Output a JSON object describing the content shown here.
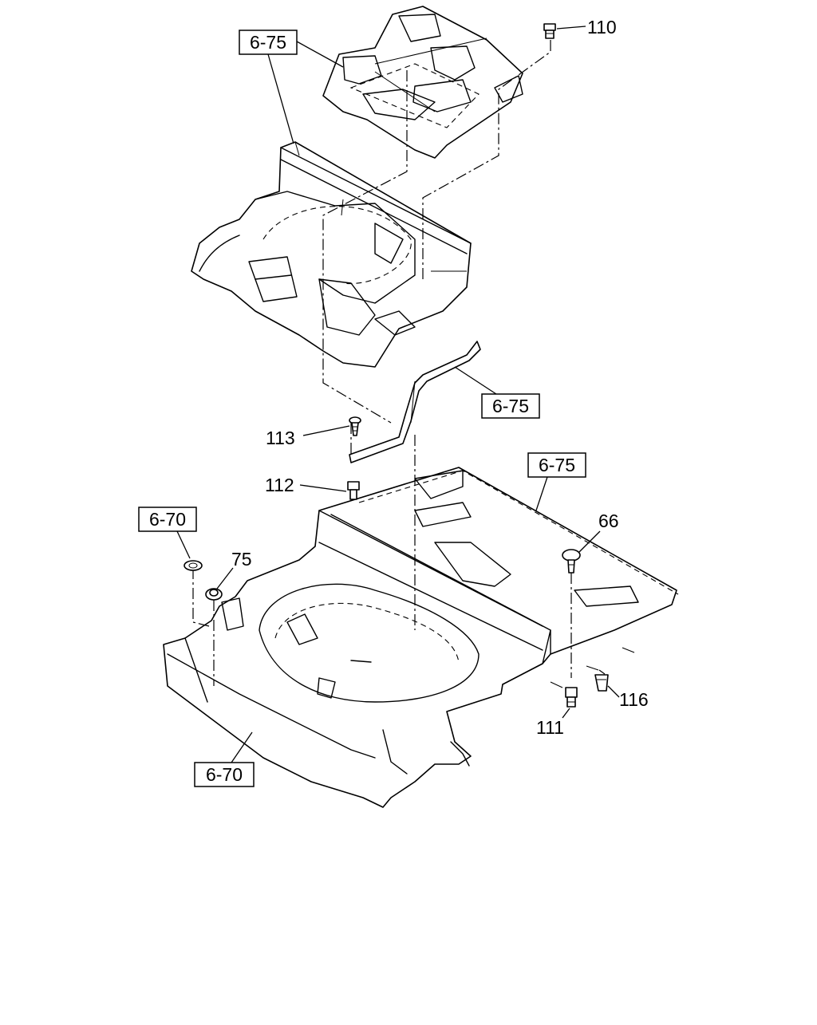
{
  "diagram": {
    "references": {
      "ref_top_left": "6-75",
      "ref_middle_right": "6-75",
      "ref_lower_right": "6-75",
      "ref_left": "6-70",
      "ref_bottom": "6-70"
    },
    "callouts": {
      "p110": "110",
      "p113": "113",
      "p112": "112",
      "p66": "66",
      "p75": "75",
      "p116": "116",
      "p111": "111"
    }
  }
}
